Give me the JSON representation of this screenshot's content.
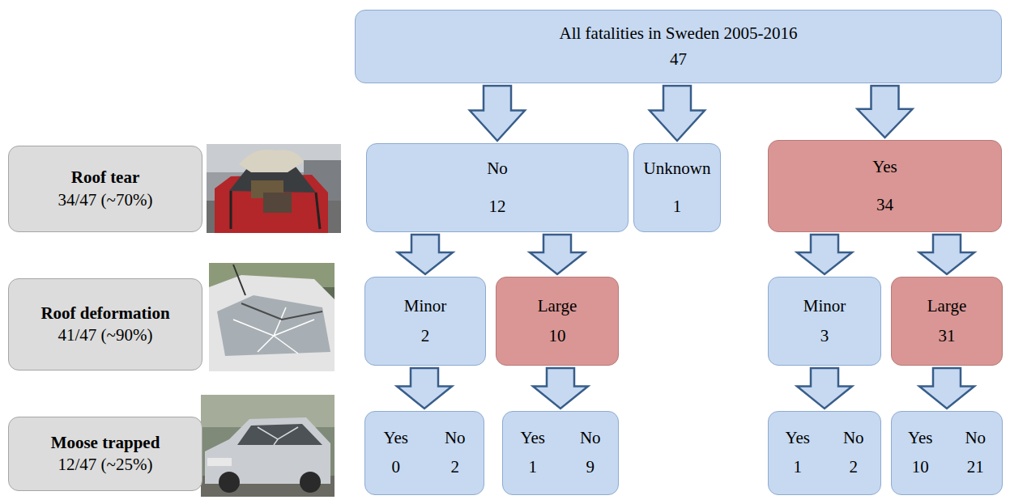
{
  "diagram": {
    "nodes": [
      {
        "text": [
          "All fatalities in Sweden 2005-2016",
          "47"
        ]
      },
      {
        "text": [
          "Roof tear",
          "34/47 (~70%)"
        ]
      },
      {
        "text": [
          "No 12"
        ]
      },
      {
        "text": [
          "Unknown 1"
        ]
      },
      {
        "text": [
          "Yes 34"
        ]
      },
      {
        "text": [
          "Roof deformation",
          "41/47 (~90%)"
        ]
      },
      {
        "text": [
          "Minor 2"
        ]
      },
      {
        "text": [
          "Large 10"
        ]
      },
      {
        "text": [
          "Minor 3"
        ]
      },
      {
        "text": [
          "Large 31"
        ]
      },
      {
        "text": [
          "Moose trapped",
          "12/47 (~25%)"
        ]
      },
      {
        "text": [
          "Yes 0",
          "No 2"
        ]
      },
      {
        "text": [
          "Yes 1",
          "No 9"
        ]
      },
      {
        "text": [
          "Yes 1",
          "No 2"
        ]
      },
      {
        "text": [
          "Yes 10",
          "No 21"
        ]
      }
    ],
    "edges": [
      {
        "from": 0,
        "to": 2,
        "arrow": "to"
      },
      {
        "from": 0,
        "to": 3,
        "arrow": "to"
      },
      {
        "from": 0,
        "to": 4,
        "arrow": "to"
      },
      {
        "from": 2,
        "to": 6,
        "arrow": "to"
      },
      {
        "from": 2,
        "to": 7,
        "arrow": "to"
      },
      {
        "from": 4,
        "to": 8,
        "arrow": "to"
      },
      {
        "from": 4,
        "to": 9,
        "arrow": "to"
      },
      {
        "from": 6,
        "to": 11,
        "arrow": "to"
      },
      {
        "from": 7,
        "to": 12,
        "arrow": "to"
      },
      {
        "from": 8,
        "to": 13,
        "arrow": "to"
      },
      {
        "from": 9,
        "to": 14,
        "arrow": "to"
      }
    ]
  }
}
